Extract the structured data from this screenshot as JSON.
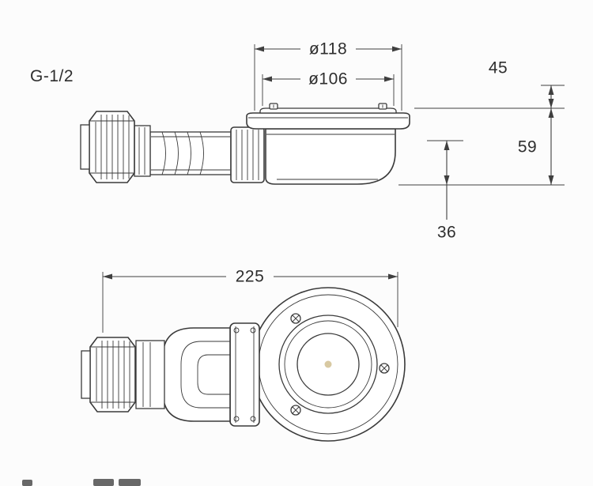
{
  "labels": {
    "thread": "G-1/2",
    "outer_diameter": "ø118",
    "grate_diameter": "ø106",
    "height_upper": "45",
    "height_lower": "59",
    "depth": "36",
    "length": "225"
  },
  "colors": {
    "line": "#3a3a3a",
    "dimension": "#3f3f3f",
    "background": "#fcfcfc",
    "center_dot": "#d8c9a2"
  }
}
